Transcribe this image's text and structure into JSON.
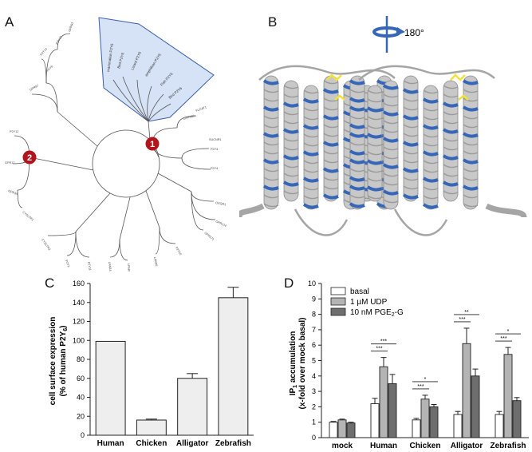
{
  "panels": {
    "a": "A",
    "b": "B",
    "c": "C",
    "d": "D"
  },
  "tree": {
    "badges": [
      "1",
      "2"
    ],
    "highlight_labels": [
      "mammalian P2Y6",
      "Bird P2Y6",
      "Lizard P2Y6",
      "amphibian P2Y6",
      "Fish P2Y6",
      "Bird P2Y6"
    ],
    "leaf_labels": [
      "P2Y4",
      "P2Y4",
      "FLOAT1",
      "GPR91",
      "P2Y13",
      "P2Y14",
      "GPR87",
      "P2Y12",
      "GPR17",
      "GPR34",
      "CYSLTR1",
      "CYSLTR2",
      "P2Y1",
      "P2Y11",
      "LPAR4",
      "LPAR5",
      "LPAR6",
      "P2Y10",
      "GPR171",
      "GPR174",
      "OXGR1",
      "SUCNR1",
      "GPR183",
      "P2Y8"
    ]
  },
  "structure": {
    "rotation_label": "180°",
    "colors": {
      "helix": "#c8c8c8",
      "highlight": "#3566b8",
      "disulfide": "#f2e23a"
    }
  },
  "chart_data": [
    {
      "type": "bar",
      "panel": "C",
      "categories": [
        "Human",
        "Chicken",
        "Alligator",
        "Zebrafish"
      ],
      "values": [
        99,
        16,
        60,
        145
      ],
      "errors": [
        0,
        1,
        5,
        11
      ],
      "ylabel_line1": "cell surface expression",
      "ylabel_line2": "(% of human P2Y",
      "ylabel_sub": "6",
      "ylabel_end": ")",
      "ylim": [
        0,
        160
      ],
      "yticks": [
        0,
        20,
        40,
        60,
        80,
        100,
        120,
        140,
        160
      ],
      "bar_color": "#eeeeee"
    },
    {
      "type": "bar",
      "panel": "D",
      "categories": [
        "mock",
        "Human",
        "Chicken",
        "Alligator",
        "Zebrafish"
      ],
      "series": [
        {
          "name": "basal",
          "color": "#ffffff",
          "values": [
            1.0,
            2.2,
            1.15,
            1.5,
            1.5
          ],
          "errors": [
            0.05,
            0.35,
            0.1,
            0.2,
            0.2
          ]
        },
        {
          "name": "1 µM UDP",
          "color": "#b4b4b4",
          "values": [
            1.15,
            4.6,
            2.5,
            6.1,
            5.4
          ],
          "errors": [
            0.05,
            0.6,
            0.25,
            1.0,
            0.45
          ]
        },
        {
          "name": "10 nM PGE",
          "name_sub": "2",
          "name_end": "-G",
          "color": "#6e6e6e",
          "values": [
            0.95,
            3.5,
            2.0,
            4.0,
            2.4
          ],
          "errors": [
            0.05,
            0.6,
            0.15,
            0.45,
            0.2
          ]
        }
      ],
      "significance": [
        {
          "group": 1,
          "marks": [
            "***",
            "***"
          ]
        },
        {
          "group": 2,
          "marks": [
            "*",
            "***"
          ]
        },
        {
          "group": 3,
          "marks": [
            "**",
            "***"
          ]
        },
        {
          "group": 4,
          "marks": [
            "*",
            "***"
          ]
        }
      ],
      "ylabel_line1_pre": "IP",
      "ylabel_line1_sub": "1",
      "ylabel_line1_post": " accumulation",
      "ylabel_line2": "(x-fold over mock basal)",
      "ylim": [
        0,
        10
      ],
      "yticks": [
        0,
        1,
        2,
        3,
        4,
        5,
        6,
        7,
        8,
        9,
        10
      ]
    }
  ]
}
